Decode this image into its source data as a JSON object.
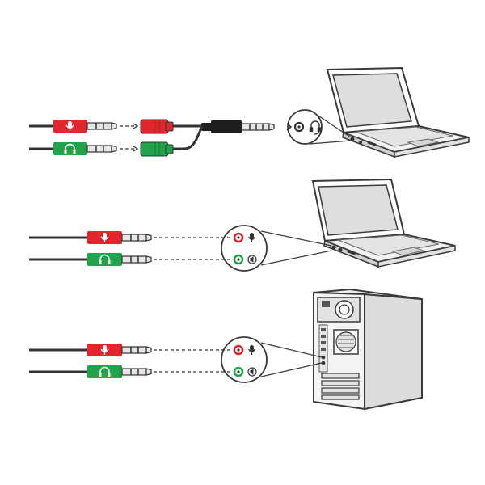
{
  "colors": {
    "background": "#ffffff",
    "outline": "#3a3a3a",
    "cable": "#333333",
    "mic_plug": "#e0262f",
    "headphone_plug": "#22a24a",
    "combo_plug": "#1e1e1e",
    "metal": "#e6e6e6",
    "device_body": "#eeeeee",
    "device_dark": "#555555",
    "screen": "#dedede",
    "icon_fill": "#ffffff"
  },
  "panels": [
    {
      "id": "laptop-adapter",
      "device": "laptop",
      "connection": "y-splitter-adapter-to-combo-jack",
      "plugs": [
        {
          "kind": "microphone",
          "icon": "microphone-icon",
          "color": "red"
        },
        {
          "kind": "headphones",
          "icon": "headphones-icon",
          "color": "green"
        }
      ],
      "port_icons": [
        "headset-icon"
      ]
    },
    {
      "id": "laptop-separate-jacks",
      "device": "laptop",
      "connection": "separate-mic-and-headphone-jacks",
      "plugs": [
        {
          "kind": "microphone",
          "icon": "microphone-icon",
          "color": "red"
        },
        {
          "kind": "headphones",
          "icon": "headphones-icon",
          "color": "green"
        }
      ],
      "port_icons": [
        "microphone-icon",
        "audio-out-icon"
      ]
    },
    {
      "id": "desktop-separate-jacks",
      "device": "desktop-tower",
      "connection": "separate-mic-and-headphone-jacks",
      "plugs": [
        {
          "kind": "microphone",
          "icon": "microphone-icon",
          "color": "red"
        },
        {
          "kind": "headphones",
          "icon": "headphones-icon",
          "color": "green"
        }
      ],
      "port_icons": [
        "microphone-icon",
        "audio-out-icon"
      ]
    }
  ]
}
